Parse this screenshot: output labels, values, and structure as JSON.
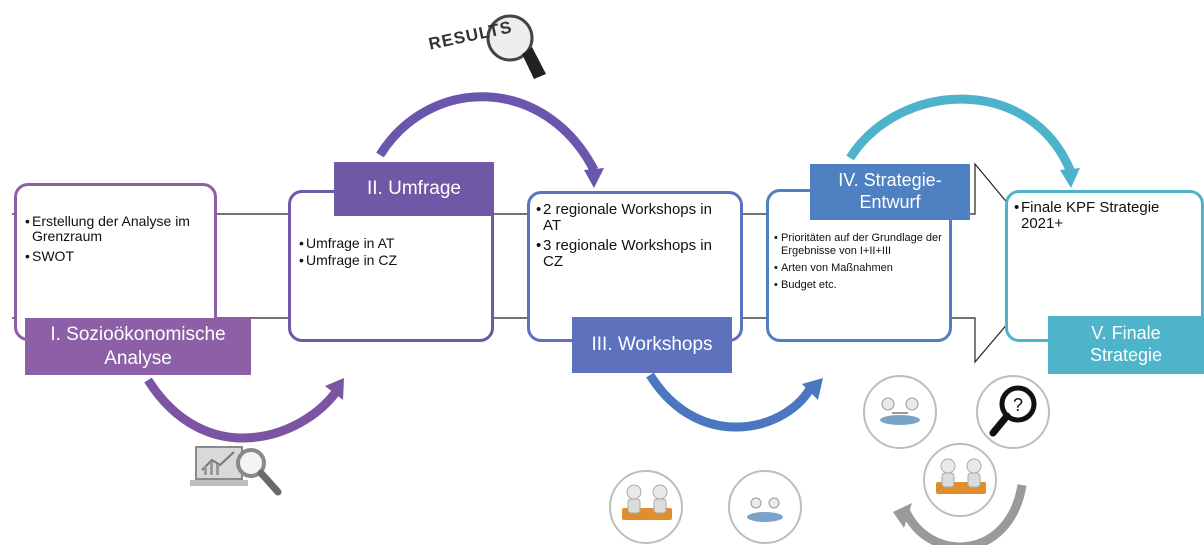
{
  "colors": {
    "stage1": "#8c5fa6",
    "stage2": "#6f58a6",
    "stage3": "#5d71bd",
    "stage4": "#4f80c2",
    "stage5": "#4db4c9",
    "arrow_purple": "#7b55a3",
    "arrow_violet": "#6a56ad",
    "arrow_blue": "#4a77c0",
    "arrow_teal": "#4db3cb",
    "arrow_grey": "#9a9a9a"
  },
  "stages": [
    {
      "label_lines": [
        "I. Sozioökonomische",
        "Analyse"
      ],
      "items": [
        "Erstellung der Analyse im Grenzraum",
        "SWOT"
      ],
      "icon": "analytics-magnifier-icon"
    },
    {
      "label_lines": [
        "II. Umfrage"
      ],
      "items": [
        "Umfrage in AT",
        "Umfrage in CZ"
      ],
      "icon": "results-magnifier-icon"
    },
    {
      "label_lines": [
        "III. Workshops"
      ],
      "items": [
        "2 regionale Workshops in AT",
        "3 regionale Workshops in CZ"
      ],
      "icon": "meeting-people-icon"
    },
    {
      "label_lines": [
        "IV. Strategie-",
        "Entwurf"
      ],
      "items": [
        "Prioritäten auf der Grundlage der Ergebnisse von I+II+III",
        "Arten von Maßnahmen",
        "Budget etc."
      ],
      "icon": "handshake-icon"
    },
    {
      "label_lines": [
        "V. Finale",
        "Strategie"
      ],
      "items": [
        "Finale KPF Strategie 2021+"
      ],
      "icon": "magnifier-question-icon"
    }
  ],
  "results_stamp": "RESULTS"
}
